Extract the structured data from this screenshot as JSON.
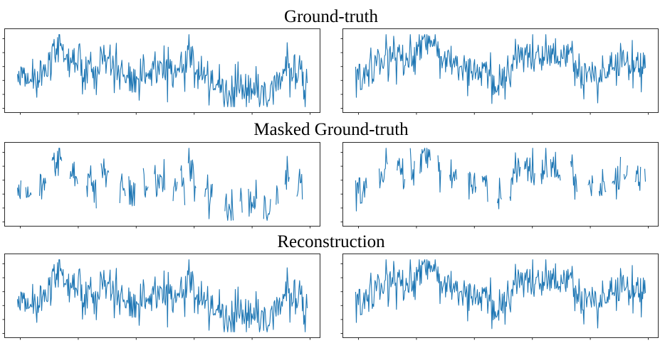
{
  "figure": {
    "rows": [
      {
        "title": "Ground-truth"
      },
      {
        "title": "Masked Ground-truth"
      },
      {
        "title": "Reconstruction"
      }
    ]
  },
  "colors": {
    "series": "#1f77b4",
    "frame": "#2b2b2b",
    "background": "#ffffff"
  },
  "chart_data": [
    {
      "type": "line",
      "row": "Ground-truth",
      "panel": "left",
      "title": "",
      "xlabel": "",
      "ylabel": "",
      "grid": false,
      "legend": "none",
      "n_points": 420,
      "seed": 11,
      "masked": false
    },
    {
      "type": "line",
      "row": "Ground-truth",
      "panel": "right",
      "title": "",
      "xlabel": "",
      "ylabel": "",
      "grid": false,
      "legend": "none",
      "n_points": 420,
      "seed": 23,
      "masked": false
    },
    {
      "type": "line",
      "row": "Masked Ground-truth",
      "panel": "left",
      "title": "",
      "xlabel": "",
      "ylabel": "",
      "grid": false,
      "legend": "none",
      "n_points": 420,
      "seed": 11,
      "masked": true
    },
    {
      "type": "line",
      "row": "Masked Ground-truth",
      "panel": "right",
      "title": "",
      "xlabel": "",
      "ylabel": "",
      "grid": false,
      "legend": "none",
      "n_points": 420,
      "seed": 23,
      "masked": true
    },
    {
      "type": "line",
      "row": "Reconstruction",
      "panel": "left",
      "title": "",
      "xlabel": "",
      "ylabel": "",
      "grid": false,
      "legend": "none",
      "n_points": 420,
      "seed": 11,
      "masked": false
    },
    {
      "type": "line",
      "row": "Reconstruction",
      "panel": "right",
      "title": "",
      "xlabel": "",
      "ylabel": "",
      "grid": false,
      "legend": "none",
      "n_points": 420,
      "seed": 23,
      "masked": false
    }
  ]
}
